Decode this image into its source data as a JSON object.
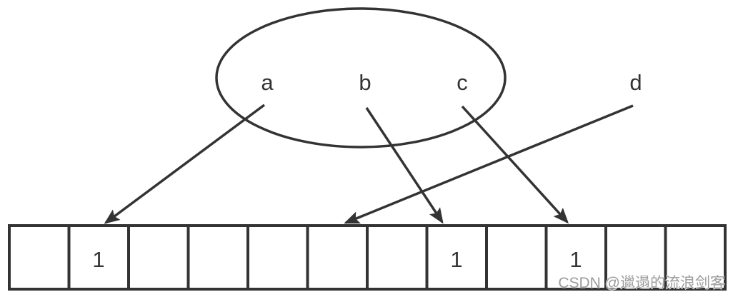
{
  "elements": [
    {
      "label": "a"
    },
    {
      "label": "b"
    },
    {
      "label": "c"
    },
    {
      "label": "d"
    }
  ],
  "bit_array": {
    "cells": [
      "",
      "1",
      "",
      "",
      "",
      "",
      "",
      "1",
      "",
      "1",
      "",
      ""
    ]
  },
  "watermark": {
    "text": "CSDN @邋遢的流浪剑客"
  },
  "colors": {
    "line": "#333333",
    "background": "#ffffff",
    "watermark": "#9c9c9c"
  }
}
